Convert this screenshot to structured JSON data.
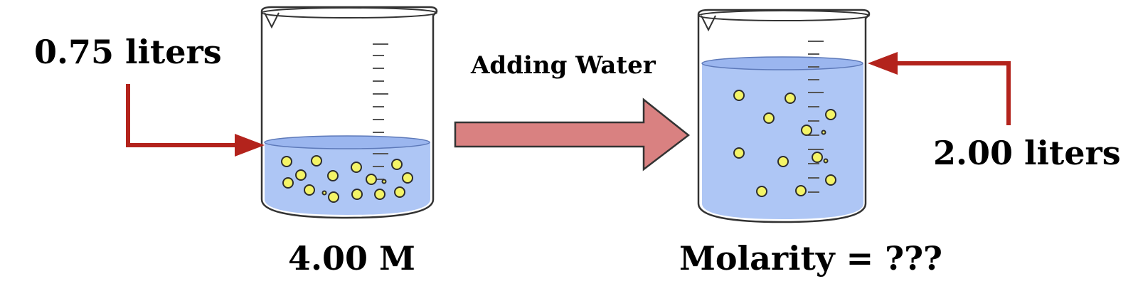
{
  "labels": {
    "initial_volume": "0.75 liters",
    "final_volume": "2.00 liters",
    "process": "Adding Water",
    "initial_molarity": "4.00 M",
    "final_molarity": "Molarity = ???"
  },
  "colors": {
    "water": "#aec6f5",
    "water_surface": "#9bb6ef",
    "particle": "#f4f467",
    "particle_outline": "#2e2e2e",
    "pointer_arrow": "#b3231c",
    "process_arrow": "#d98181",
    "outline": "#333333"
  },
  "beakers": [
    {
      "name": "initial",
      "fill_fraction": 0.4,
      "particle_count": 16
    },
    {
      "name": "final",
      "fill_fraction": 0.88,
      "particle_count": 13
    }
  ]
}
